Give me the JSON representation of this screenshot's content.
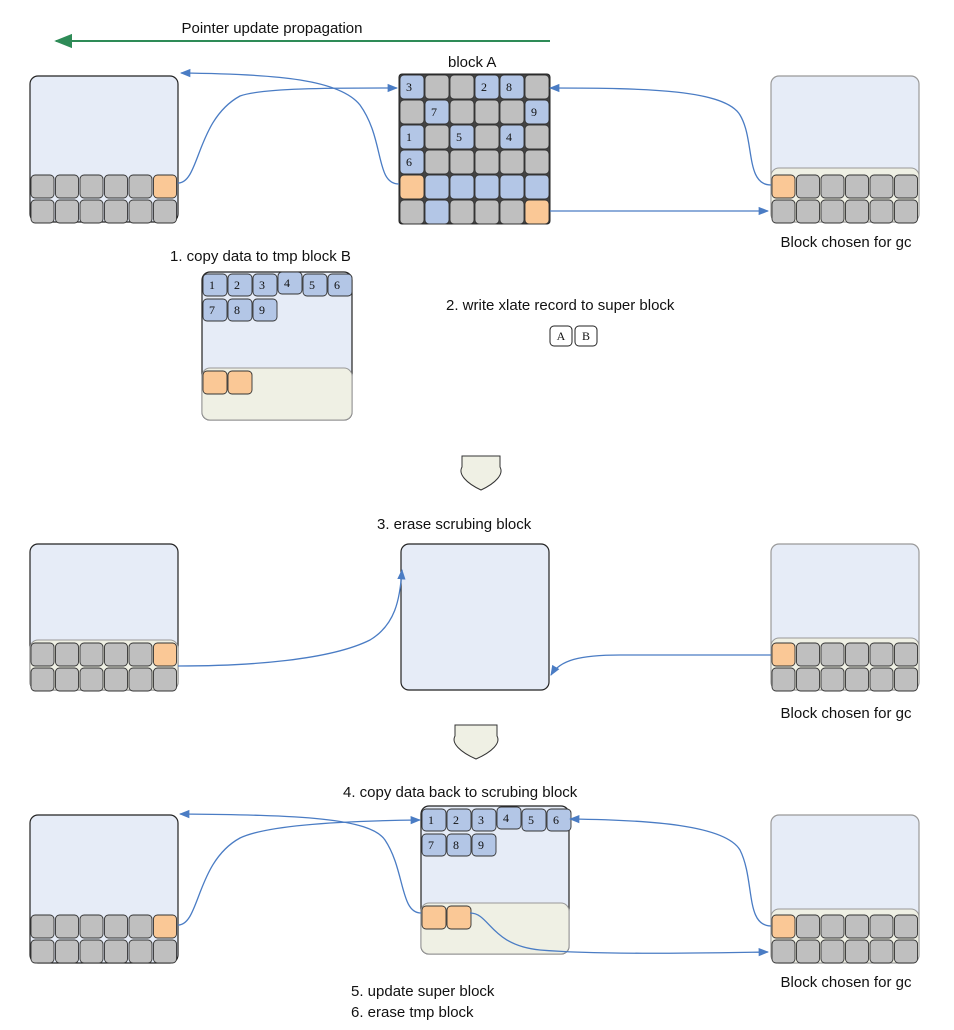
{
  "header": {
    "label": "Pointer update propagation"
  },
  "top": {
    "block_a_label": "block A",
    "step1_label": "1. copy data to tmp block B",
    "step2_label": "2. write xlate record to super block",
    "xlate_record": [
      "A",
      "B"
    ],
    "gc_label": "Block chosen for gc",
    "block_a_grid": [
      [
        "3",
        "",
        "",
        "2",
        "8",
        ""
      ],
      [
        "",
        "7",
        "",
        "",
        "",
        "9"
      ],
      [
        "1",
        "",
        "5",
        "",
        "4",
        ""
      ],
      [
        "6",
        "",
        "",
        "",
        "",
        ""
      ],
      [
        "",
        "",
        "",
        "",
        "",
        ""
      ],
      [
        "",
        "",
        "",
        "",
        "",
        ""
      ]
    ],
    "tmp_row1": [
      "1",
      "2",
      "3",
      "4",
      "5",
      "6"
    ],
    "tmp_row2": [
      "7",
      "8",
      "9"
    ]
  },
  "middle": {
    "step3_label": "3. erase scrubing block",
    "gc_label": "Block chosen for gc"
  },
  "bottom": {
    "step4_label": "4. copy data back to scrubing  block",
    "row1": [
      "1",
      "2",
      "3",
      "4",
      "5",
      "6"
    ],
    "row2": [
      "7",
      "8",
      "9"
    ],
    "step5_label": "5. update super block",
    "step6_label": "6. erase tmp block",
    "gc_label": "Block chosen for gc"
  },
  "colors": {
    "panel_fill": "#e6ecf7",
    "cell_gray": "#bfbfbf",
    "cell_blue": "#b3c6e6",
    "cell_orange": "#fac896",
    "beige": "#eff0e4",
    "arrow_blue": "#4a7cc4",
    "arrow_green": "#2e8b57"
  }
}
